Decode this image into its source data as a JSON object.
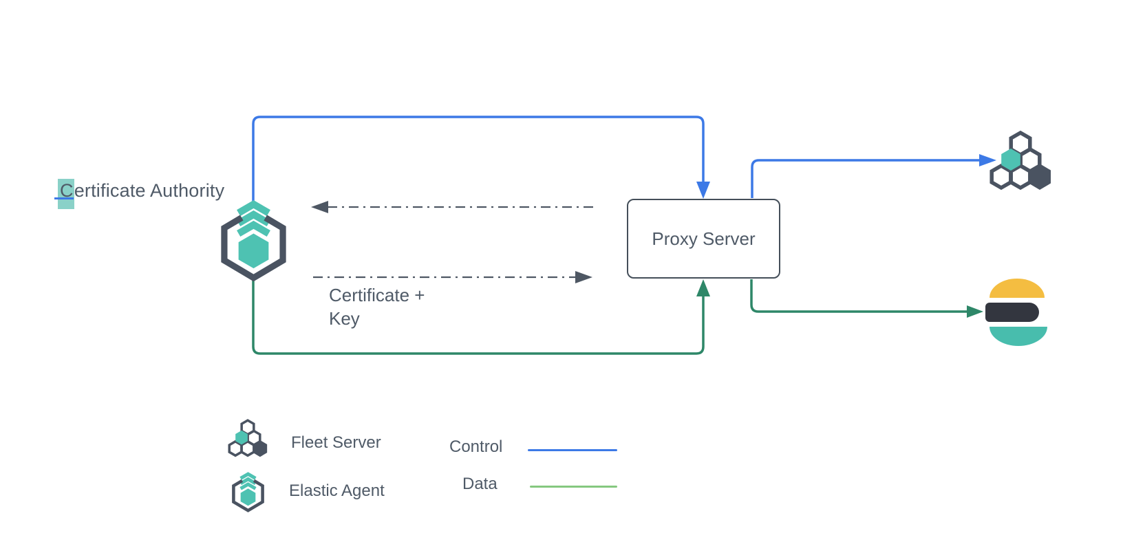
{
  "diagram": {
    "certificate_authority": {
      "highlighted_letter": "C",
      "rest": "ertificate Authority"
    },
    "proxy_server_label": "Proxy Server",
    "certificate_key_label": {
      "line1": "Certificate +",
      "line2": "Key"
    }
  },
  "legend": {
    "fleet_server_label": "Fleet Server",
    "elastic_agent_label": "Elastic Agent",
    "control_label": "Control",
    "data_label": "Data"
  },
  "icons": {
    "elastic_agent": "elastic-agent-hexagon-icon",
    "fleet_server": "fleet-server-hexagon-cluster-icon",
    "elasticsearch": "elasticsearch-logo-icon"
  },
  "colors": {
    "control_blue": "#3c79e6",
    "data_green": "#2e8768",
    "legend_data_green": "#85c87f",
    "slate": "#4a5361",
    "text": "#4f5a67",
    "teal": "#4ec2b2",
    "highlight": "#8ad1c8",
    "dash_gray": "#4e5763",
    "es_yellow": "#f4bd41",
    "es_dark": "#33363f",
    "es_teal": "#48bdad",
    "box_border": "#444e59"
  }
}
